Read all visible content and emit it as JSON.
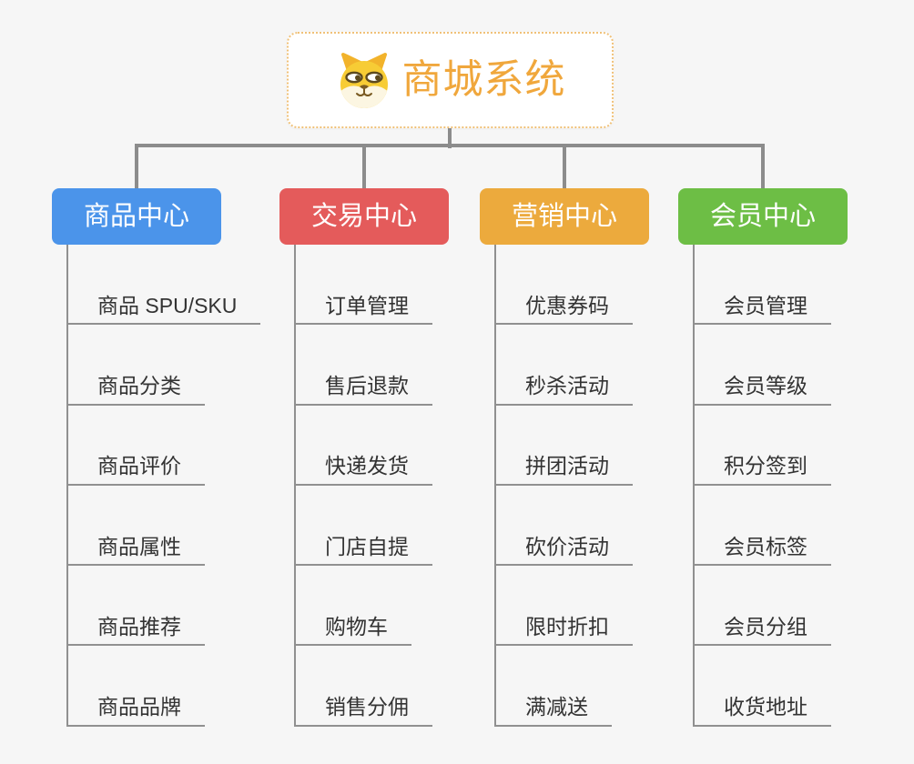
{
  "root": {
    "title": "商城系统",
    "icon": "dog-face-icon"
  },
  "branches": [
    {
      "label": "商品中心",
      "color": "#4b94ea",
      "children": [
        "商品 SPU/SKU",
        "商品分类",
        "商品评价",
        "商品属性",
        "商品推荐",
        "商品品牌"
      ]
    },
    {
      "label": "交易中心",
      "color": "#e45b5b",
      "children": [
        "订单管理",
        "售后退款",
        "快递发货",
        "门店自提",
        "购物车",
        "销售分佣"
      ]
    },
    {
      "label": "营销中心",
      "color": "#ecaa3d",
      "children": [
        "优惠券码",
        "秒杀活动",
        "拼团活动",
        "砍价活动",
        "限时折扣",
        "满减送"
      ]
    },
    {
      "label": "会员中心",
      "color": "#6dbe45",
      "children": [
        "会员管理",
        "会员等级",
        "积分签到",
        "会员标签",
        "会员分组",
        "收货地址"
      ]
    }
  ],
  "colors": {
    "root_title": "#f0a73c",
    "root_border": "#f0c178",
    "connector": "#8c8c8c",
    "leaf_line": "#909090",
    "leaf_text": "#333333",
    "background": "#f6f6f6"
  }
}
